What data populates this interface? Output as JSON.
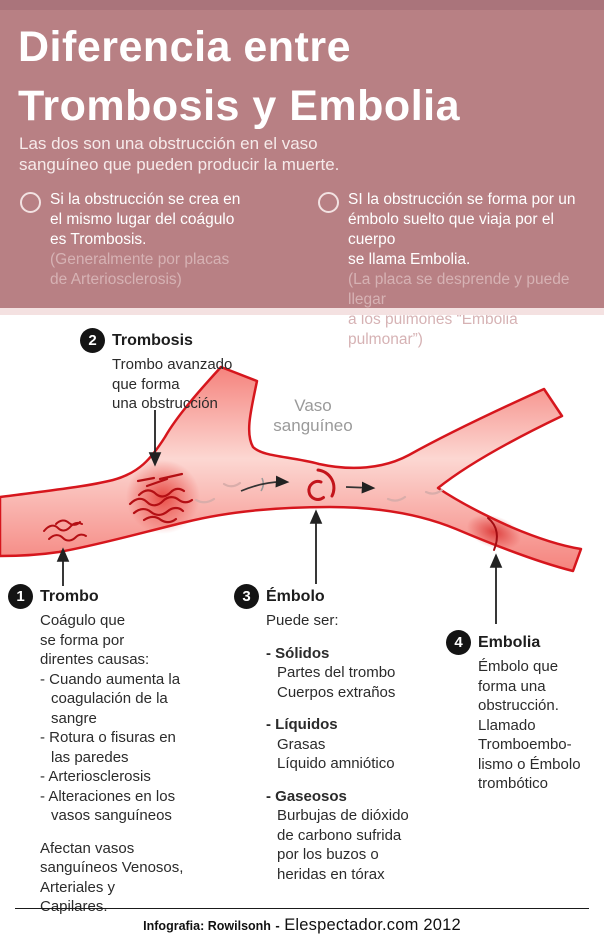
{
  "header": {
    "title_lines": [
      "Diferencia entre",
      "Trombosis y Embolia"
    ],
    "subtitle_lines": [
      "Las dos son una obstrucción en el vaso",
      "sanguíneo que pueden producir la muerte."
    ],
    "bullets": [
      {
        "main_lines": [
          "Si la obstrucción se crea en",
          "el mismo lugar del coágulo",
          "es Trombosis."
        ],
        "note_lines": [
          "(Generalmente por placas",
          "de Arteriosclerosis)"
        ]
      },
      {
        "main_lines": [
          "SI la obstrucción se forma por un",
          "émbolo suelto que viaja por el cuerpo",
          "se llama Embolia."
        ],
        "note_lines": [
          "(La placa se desprende y puede llegar",
          "a los pulmones “Embolia pulmonar”)"
        ]
      }
    ]
  },
  "diagram": {
    "vessel_label_lines": [
      "Vaso",
      "sanguíneo"
    ],
    "trombosis": {
      "number": "2",
      "title": "Trombosis",
      "lines": [
        "Trombo avanzado",
        "que forma",
        "una obstrucción"
      ]
    },
    "trombo": {
      "number": "1",
      "title": "Trombo",
      "lines": [
        "Coágulo que",
        "se forma por",
        "direntes causas:",
        {
          "text": "- Cuando aumenta la"
        },
        {
          "text": "coagulación de la",
          "indent": true
        },
        {
          "text": "sangre",
          "indent": true
        },
        {
          "text": "- Rotura o fisuras en"
        },
        {
          "text": "las paredes",
          "indent": true
        },
        {
          "text": "- Arteriosclerosis"
        },
        {
          "text": "- Alteraciones en los"
        },
        {
          "text": "vasos sanguíneos",
          "indent": true
        },
        {
          "text": "Afectan vasos",
          "gap": true
        },
        "sanguíneos Venosos,",
        "Arteriales y",
        "Capilares."
      ]
    },
    "embolo": {
      "number": "3",
      "title": "Émbolo",
      "lines": [
        "Puede ser:",
        {
          "text": "- Sólidos",
          "bold": true,
          "gap": true
        },
        {
          "text": "Partes del trombo",
          "indent": true
        },
        {
          "text": "Cuerpos extraños",
          "indent": true
        },
        {
          "text": "- Líquidos",
          "bold": true,
          "gap": true
        },
        {
          "text": "Grasas",
          "indent": true
        },
        {
          "text": "Líquido amniótico",
          "indent": true
        },
        {
          "text": "- Gaseosos",
          "bold": true,
          "gap": true
        },
        {
          "text": "Burbujas de dióxido",
          "indent": true
        },
        {
          "text": "de carbono sufrida",
          "indent": true
        },
        {
          "text": "por los buzos o",
          "indent": true
        },
        {
          "text": "heridas en tórax",
          "indent": true
        }
      ]
    },
    "embolia": {
      "number": "4",
      "title": "Embolia",
      "lines": [
        "Émbolo que",
        "forma una",
        "obstrucción.",
        "Llamado",
        "Tromboembo-",
        "lismo o Émbolo",
        "trombótico"
      ]
    }
  },
  "footer": {
    "credit": "Infografia: Rowilsonh",
    "dash": "-",
    "source": "Elespectador.com 2012"
  },
  "colors": {
    "header_bg": "#b88084",
    "header_top_strip": "#aa747b",
    "header_bottom_strip": "#f4e1e1",
    "note_text": "#d6b2b4",
    "vessel_outline": "#d6161d",
    "vessel_fill_edge": "#f5837d",
    "vessel_fill_center": "#fcd7d2",
    "clot_marks": "#b40f14",
    "label_gray": "#9a9a9a",
    "body_text": "#2b2b2b"
  }
}
